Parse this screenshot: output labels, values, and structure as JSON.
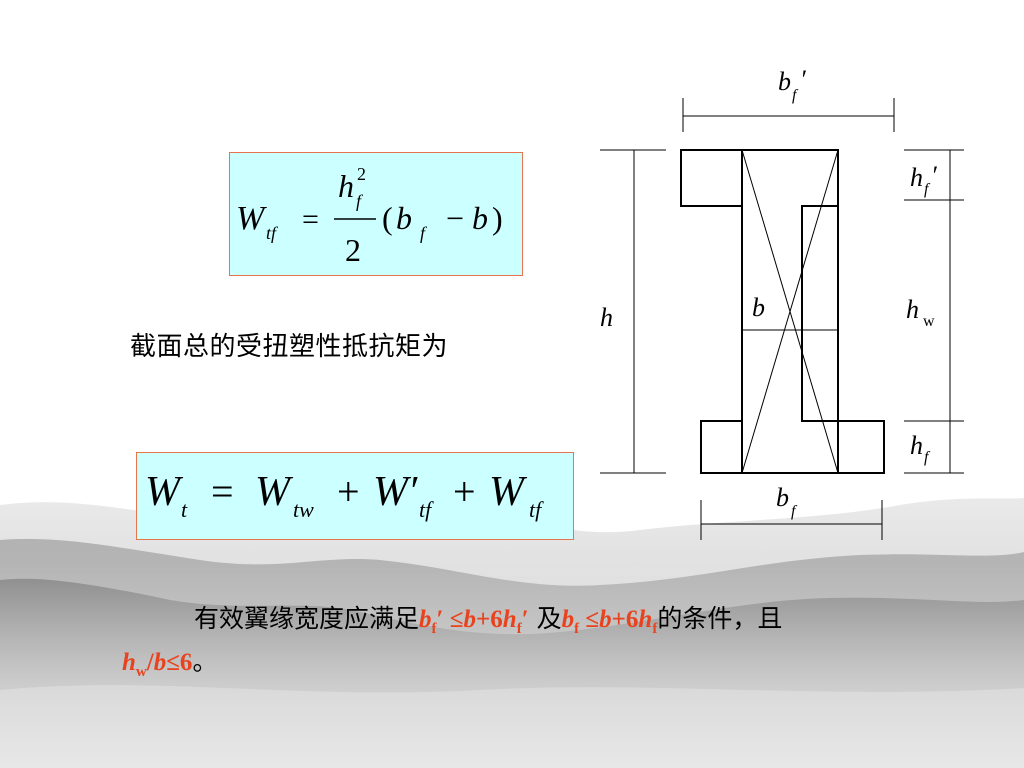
{
  "formula_wtf": {
    "lhs": "W",
    "lhs_sub": "tf",
    "equals": "=",
    "num_h": "h",
    "num_sub": "f",
    "num_sup": "2",
    "den": "2",
    "open": "(",
    "b1": "b",
    "b1_sub": "f",
    "minus": "−",
    "b2": "b",
    "close": ")"
  },
  "caption": "截面总的受扭塑性抵抗矩为",
  "formula_wt": {
    "t1": "W",
    "t1_sub": "t",
    "eq": "=",
    "t2": "W",
    "t2_sub": "tw",
    "plus1": "+",
    "t3": "W′",
    "t3_sub": "tf",
    "plus2": "+",
    "t4": "W",
    "t4_sub": "tf"
  },
  "condition": {
    "prefix": "有效翼缘宽度应满足",
    "c1_b": "b",
    "c1_bsub": "f",
    "c1_rest": "′ ≤",
    "c1_b2": "b",
    "c1_plus": "+6",
    "c1_h": "h",
    "c1_hsub": "f",
    "c1_prime": "′",
    "mid": " 及",
    "c2_b": "b",
    "c2_bsub": "f",
    "c2_le": " ≤",
    "c2_b2": "b",
    "c2_plus": "+6",
    "c2_h": "h",
    "c2_hsub": "f",
    "suffix1": "的条件，且",
    "c3_h": "h",
    "c3_hsub": "w",
    "c3_slash": "/",
    "c3_b": "b",
    "c3_le": "≤6",
    "suffix2": "。"
  },
  "diagram": {
    "top_width": "b",
    "top_width_sub": "f",
    "top_width_prime": "′",
    "bottom_width": "b",
    "bottom_width_sub": "f",
    "total_height": "h",
    "web_width": "b",
    "top_flange": "h",
    "top_flange_sub": "f",
    "top_flange_prime": "′",
    "web_height": "h",
    "web_height_sub": "w",
    "bottom_flange": "h",
    "bottom_flange_sub": "f"
  },
  "colors": {
    "formula_bg": "#ccffff",
    "formula_border": "#e8744f",
    "highlight": "#e8431e"
  }
}
